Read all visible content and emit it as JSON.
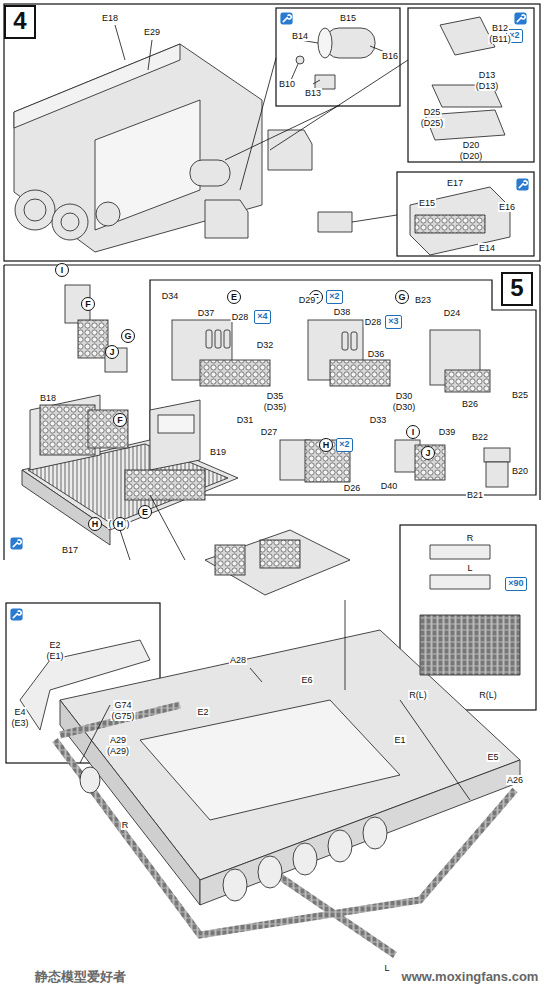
{
  "diagram": {
    "nodes": [
      {
        "text": [
          "4"
        ]
      },
      {
        "text": [
          "×2"
        ]
      },
      {
        "text": [
          "5"
        ]
      },
      {
        "text": [
          "I"
        ]
      },
      {
        "text": [
          "F"
        ]
      },
      {
        "text": [
          "G"
        ]
      },
      {
        "text": [
          "J"
        ]
      },
      {
        "text": [
          "F"
        ]
      },
      {
        "text": [
          "H"
        ]
      },
      {
        "text": [
          "H"
        ]
      },
      {
        "text": [
          "E"
        ]
      },
      {
        "text": [
          "E"
        ]
      },
      {
        "text": [
          "×4"
        ]
      },
      {
        "text": [
          "F"
        ]
      },
      {
        "text": [
          "×2"
        ]
      },
      {
        "text": [
          "×3"
        ]
      },
      {
        "text": [
          "G"
        ]
      },
      {
        "text": [
          "H"
        ]
      },
      {
        "text": [
          "×2"
        ]
      },
      {
        "text": [
          "I"
        ]
      },
      {
        "text": [
          "J"
        ]
      },
      {
        "text": [
          "×90"
        ]
      }
    ],
    "labels": [
      "E18",
      "E29",
      "B15",
      "B14",
      "B16",
      "B10",
      "B13",
      "B12",
      "(B11)",
      "D13",
      "(D13)",
      "D25",
      "(D25)",
      "D20",
      "(D20)",
      "E17",
      "E15",
      "E16",
      "E14",
      "B18",
      "B17",
      "B19",
      "(",
      ")",
      "D34",
      "D37",
      "D28",
      "D32",
      "D35",
      "(D35)",
      "D31",
      "D29",
      "D38",
      "D28",
      "D36",
      "D30",
      "(D30)",
      "D33",
      "B23",
      "D24",
      "B26",
      "B25",
      "D27",
      "D26",
      "D39",
      "D40",
      "B22",
      "B20",
      "B21",
      "E2",
      "(E1)",
      "E4",
      "(E3)",
      "G74",
      "(G75)",
      "A29",
      "(A29)",
      "A28",
      "E6",
      "E2",
      "R",
      "L",
      "E1",
      "E5",
      "A26",
      "R",
      "L",
      "R(L)",
      "R(L)",
      "静态模型爱好者",
      "www.moxingfans.com"
    ]
  }
}
